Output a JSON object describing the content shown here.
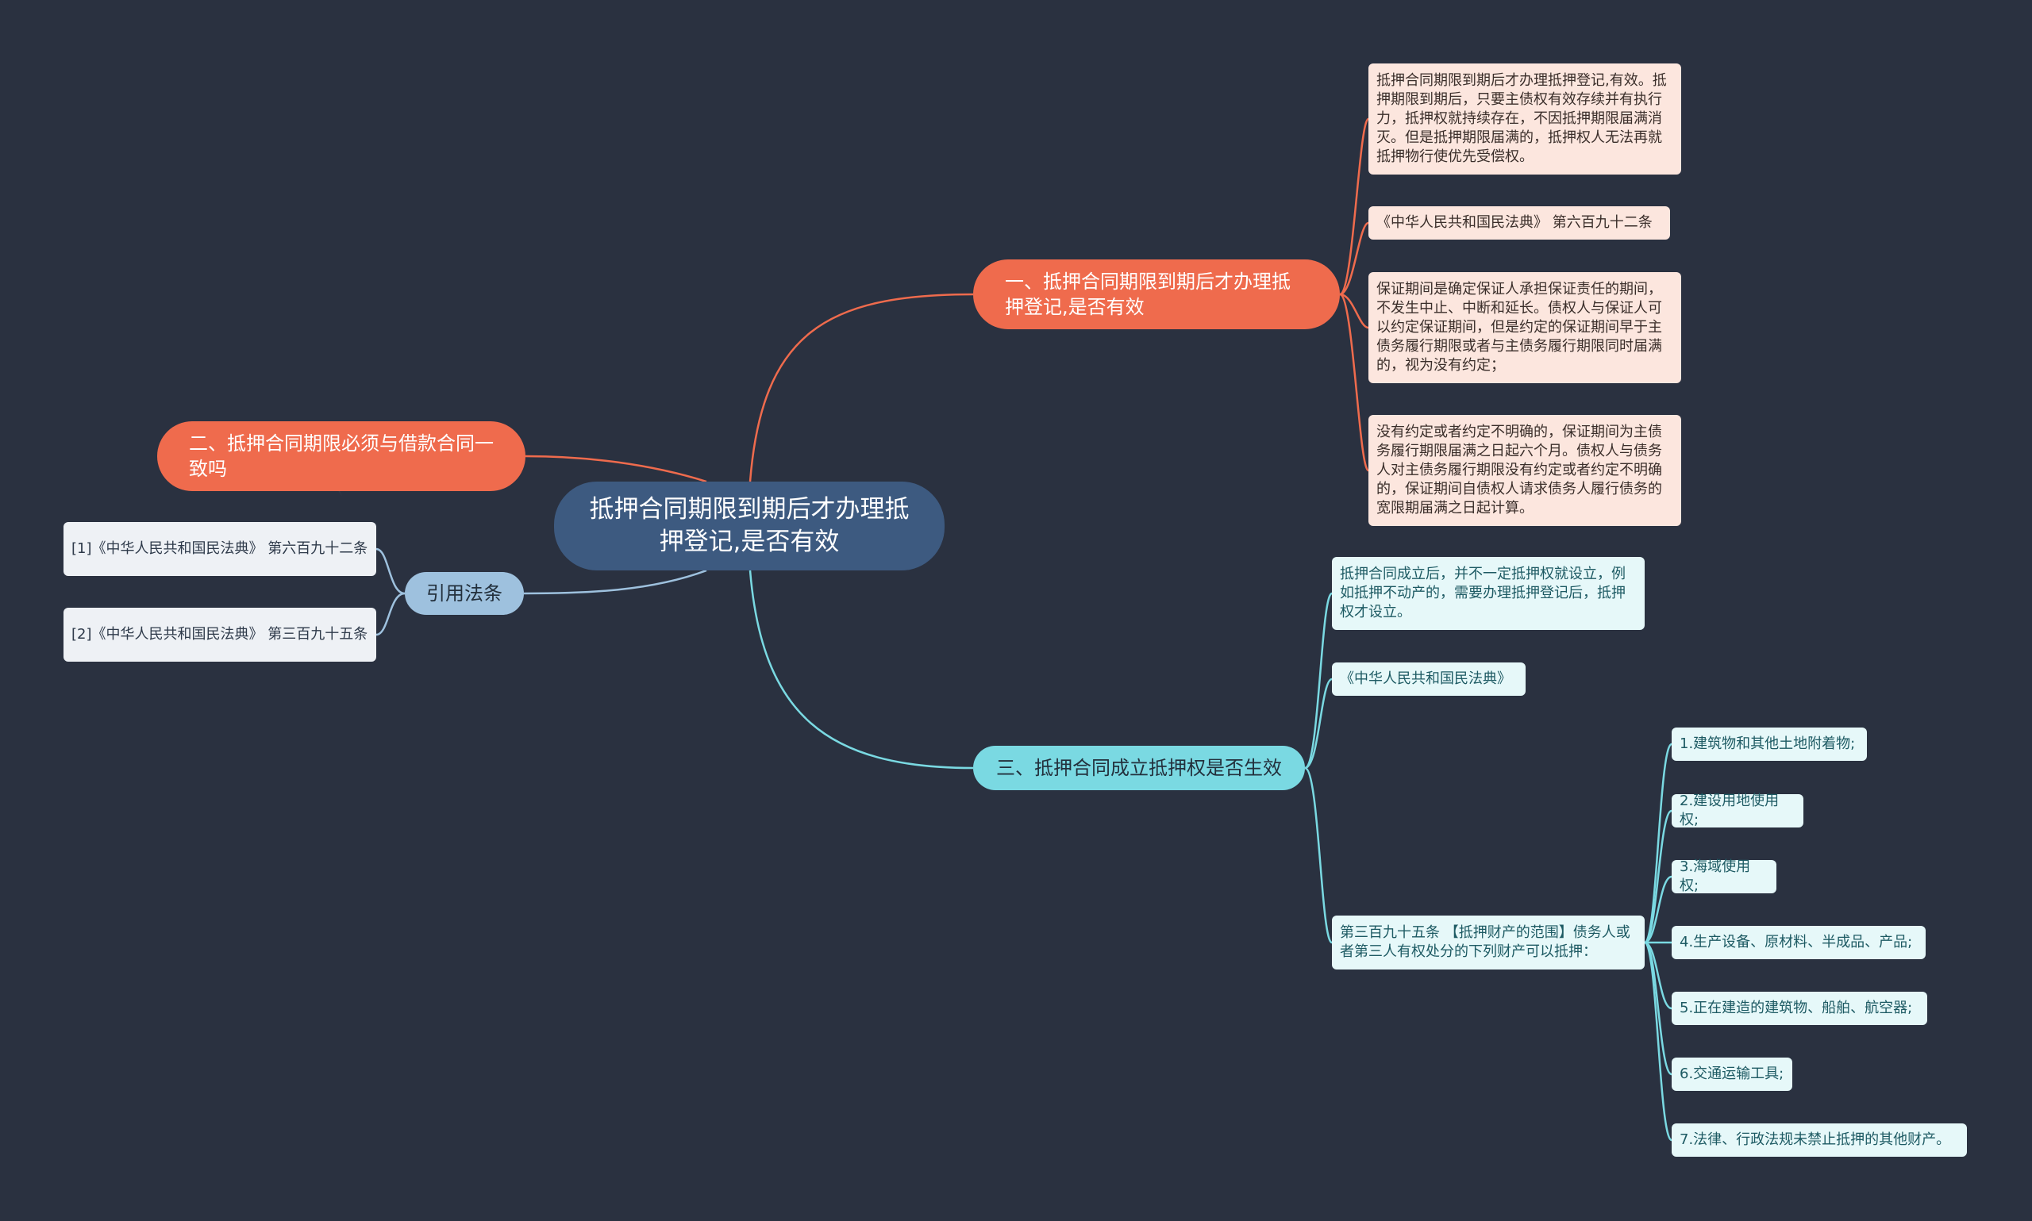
{
  "center": {
    "title": "抵押合同期限到期后才办理抵押登记,是否有效"
  },
  "branch1": {
    "label": "一、抵押合同期限到期后才办理抵押登记,是否有效",
    "leaves": [
      "抵押合同期限到期后才办理抵押登记,有效。抵押期限到期后，只要主债权有效存续并有执行力，抵押权就持续存在，不因抵押期限届满消灭。但是抵押期限届满的，抵押权人无法再就抵押物行使优先受偿权。",
      "《中华人民共和国民法典》 第六百九十二条",
      "保证期间是确定保证人承担保证责任的期间，不发生中止、中断和延长。债权人与保证人可以约定保证期间，但是约定的保证期间早于主债务履行期限或者与主债务履行期限同时届满的，视为没有约定；",
      "没有约定或者约定不明确的，保证期间为主债务履行期限届满之日起六个月。债权人与债务人对主债务履行期限没有约定或者约定不明确的，保证期间自债权人请求债务人履行债务的宽限期届满之日起计算。"
    ]
  },
  "branch2": {
    "label": "二、抵押合同期限必须与借款合同一致吗"
  },
  "branch3": {
    "label": "三、抵押合同成立抵押权是否生效",
    "leaves": [
      "抵押合同成立后，并不一定抵押权就设立，例如抵押不动产的，需要办理抵押登记后，抵押权才设立。",
      "《中华人民共和国民法典》",
      "第三百九十五条 【抵押财产的范围】债务人或者第三人有权处分的下列财产可以抵押："
    ],
    "items": [
      "1.建筑物和其他土地附着物;",
      "2.建设用地使用权;",
      "3.海域使用权;",
      "4.生产设备、原材料、半成品、产品;",
      "5.正在建造的建筑物、船舶、航空器;",
      "6.交通运输工具;",
      "7.法律、行政法规未禁止抵押的其他财产。"
    ]
  },
  "refs": {
    "label": "引用法条",
    "items": [
      "[1]《中华人民共和国民法典》 第六百九十二条",
      "[2]《中华人民共和国民法典》 第三百九十五条"
    ]
  },
  "colors": {
    "background": "#2a3140",
    "center": "#3d5a80",
    "orange": "#ef6b4d",
    "teal": "#7ad9e2",
    "ref": "#9ec1de"
  }
}
